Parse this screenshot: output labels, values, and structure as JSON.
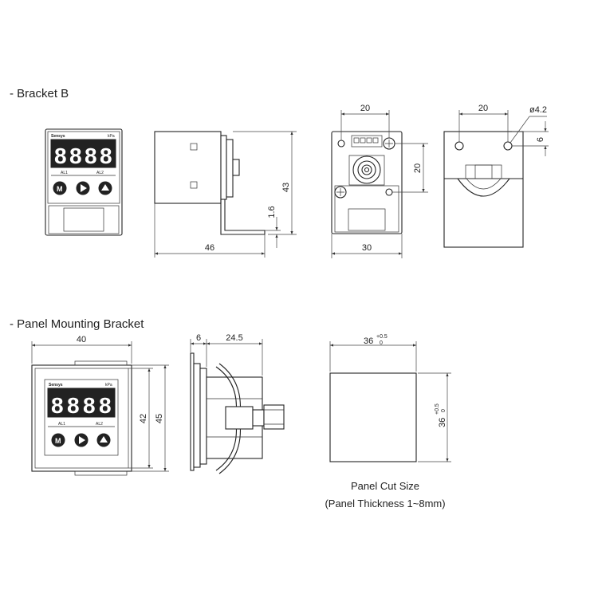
{
  "sections": {
    "bracket_b": "- Bracket B",
    "panel_mounting": "- Panel Mounting Bracket"
  },
  "device": {
    "brand": "Sensys",
    "unit": "kPa",
    "al1": "AL1",
    "al2": "AL2",
    "btn_m": "M",
    "digits": [
      "8",
      "8",
      "8",
      "8"
    ]
  },
  "dimensions": {
    "side_width": "46",
    "side_height": "43",
    "plate_thickness": "1.6",
    "back_top": "20",
    "back_right": "20",
    "back_bottom": "30",
    "right_top": "20",
    "hole_dia": "ø4.2",
    "hole_offset": "6",
    "front_width": "40",
    "front_h_inner": "42",
    "front_h_outer": "45",
    "panel_depth_a": "6",
    "panel_depth_b": "24.5",
    "cut_width": "36",
    "cut_height": "36",
    "tol_plus": "+0.5",
    "tol_zero": "0"
  },
  "captions": {
    "cut_title": "Panel Cut Size",
    "cut_note": "(Panel Thickness 1~8mm)"
  }
}
